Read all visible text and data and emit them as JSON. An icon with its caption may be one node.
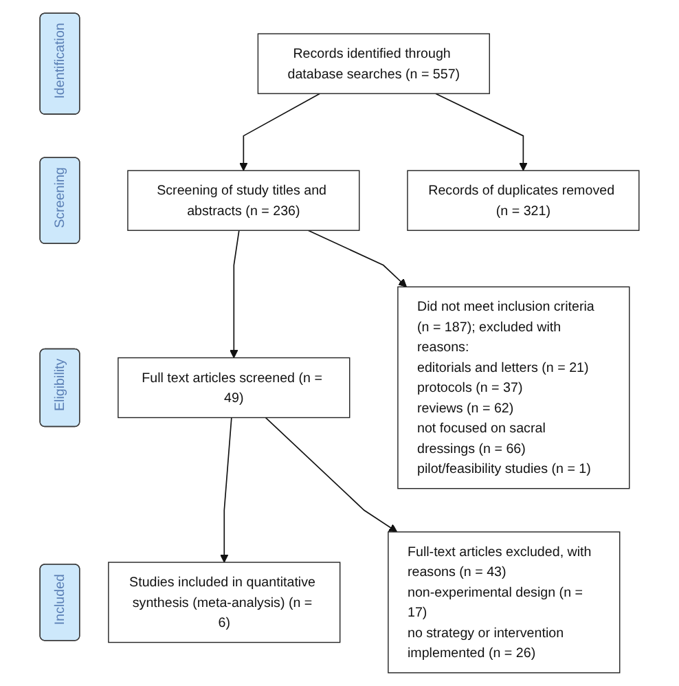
{
  "diagram": {
    "nodes": [
      {
        "text": [
          "Identification"
        ]
      },
      {
        "text": [
          "Records identified through database searches (n = 557)"
        ]
      },
      {
        "text": [
          "Records of duplicates removed (n = 321)"
        ]
      },
      {
        "text": [
          "Screening"
        ]
      },
      {
        "text": [
          "Screening of study titles and abstracts (n = 236)"
        ]
      },
      {
        "text": [
          "Did not meet inclusion criteria (n = 187); excluded with reasons:",
          "editorials and letters (n = 21)",
          "protocols (n = 37)",
          "reviews (n = 62)",
          "not focused on sacral dressings (n = 66)",
          "pilot/feasibility studies (n = 1)"
        ]
      },
      {
        "text": [
          "Eligibility"
        ]
      },
      {
        "text": [
          "Full text articles screened (n = 49)"
        ]
      },
      {
        "text": [
          "Full-text articles excluded, with reasons (n = 43)",
          "non-experimental design (n = 17)",
          "no strategy or intervention implemented (n = 26)"
        ]
      },
      {
        "text": [
          "Included"
        ]
      },
      {
        "text": [
          "Studies included in quantitative synthesis (meta-analysis) (n = 6)"
        ]
      }
    ],
    "edges": [
      {
        "from": 1,
        "to": 4,
        "arrow": "to"
      },
      {
        "from": 1,
        "to": 2,
        "arrow": "to"
      },
      {
        "from": 4,
        "to": 7,
        "arrow": "to"
      },
      {
        "from": 4,
        "to": 5,
        "arrow": "to"
      },
      {
        "from": 7,
        "to": 10,
        "arrow": "to"
      },
      {
        "from": 7,
        "to": 8,
        "arrow": "to"
      }
    ]
  }
}
